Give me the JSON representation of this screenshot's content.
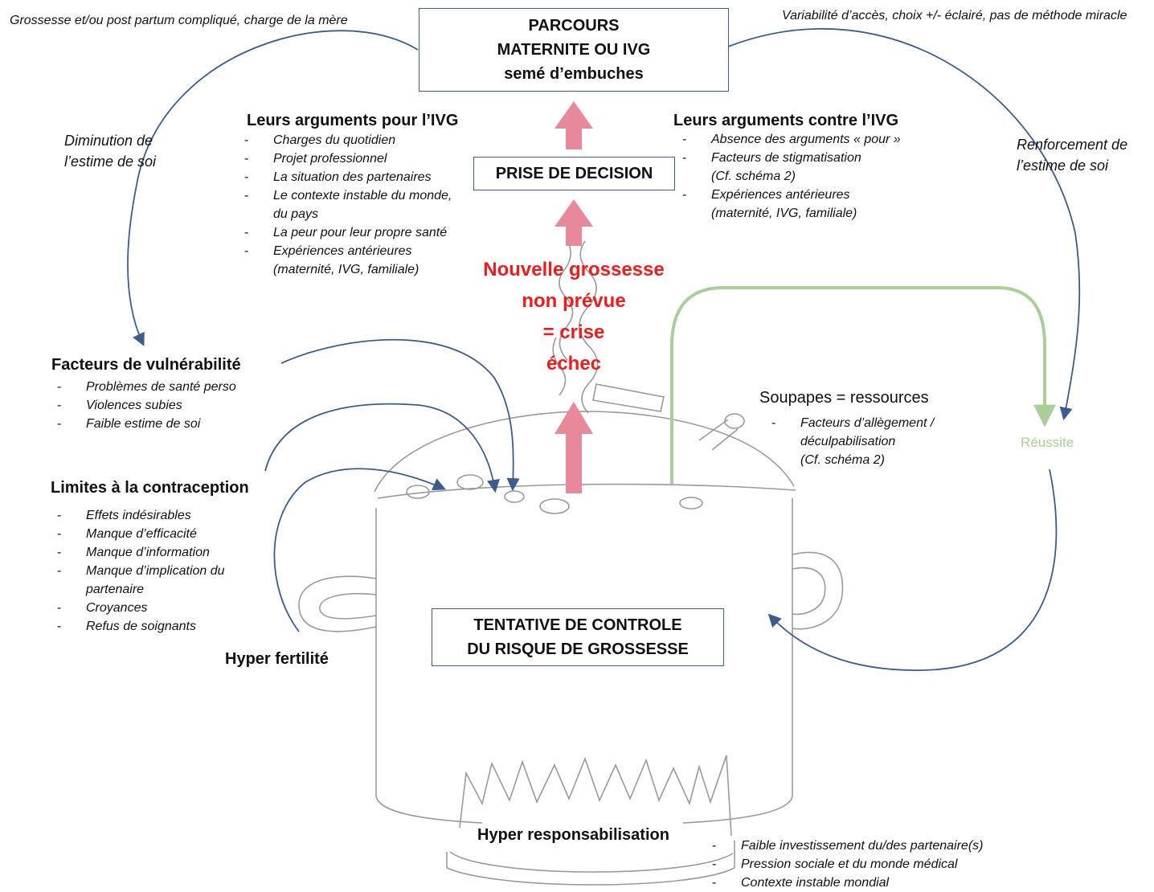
{
  "boxes": {
    "parcours": [
      "PARCOURS",
      "MATERNITE OU IVG",
      "semé d’embuches"
    ],
    "decision": "PRISE DE DECISION",
    "tentative": [
      "TENTATIVE DE CONTROLE",
      "DU RISQUE DE GROSSESSE"
    ]
  },
  "corners": {
    "top_left": "Grossesse et/ou post partum compliqué, charge de la mère",
    "top_right": "Variabilité d’accès, choix +/- éclairé, pas de méthode miracle"
  },
  "loops": {
    "left_label": [
      "Diminution de",
      "l’estime de soi"
    ],
    "right_label": [
      "Renforcement de",
      "l’estime de soi"
    ],
    "success": "Réussite"
  },
  "arguments_for": {
    "title": "Leurs arguments pour l’IVG",
    "items": [
      [
        "Charges du quotidien"
      ],
      [
        "Projet professionnel"
      ],
      [
        "La situation des partenaires"
      ],
      [
        "Le contexte instable du monde,",
        "du pays"
      ],
      [
        "La peur pour leur propre santé"
      ],
      [
        "Expériences antérieures",
        "(maternité, IVG, familiale)"
      ]
    ]
  },
  "arguments_against": {
    "title": "Leurs arguments contre l’IVG",
    "items": [
      [
        "Absence des arguments « pour »"
      ],
      [
        "Facteurs de stigmatisation",
        "(Cf. schéma 2)"
      ],
      [
        "Expériences antérieures",
        "(maternité, IVG, familiale)"
      ]
    ]
  },
  "crisis": [
    "Nouvelle grossesse",
    "non prévue",
    "= crise",
    "échec"
  ],
  "vulnerability": {
    "title": "Facteurs de vulnérabilité",
    "items": [
      [
        "Problèmes de santé perso"
      ],
      [
        "Violences subies"
      ],
      [
        "Faible estime de soi"
      ]
    ]
  },
  "contraception": {
    "title": "Limites à la contraception",
    "items": [
      [
        "Effets indésirables"
      ],
      [
        "Manque d’efficacité"
      ],
      [
        "Manque d’information"
      ],
      [
        "Manque d’implication du",
        "partenaire"
      ],
      [
        "Croyances"
      ],
      [
        "Refus de soignants"
      ]
    ]
  },
  "hyper_fertility": "Hyper fertilité",
  "valves": {
    "title": "Soupapes = ressources",
    "items": [
      [
        "Facteurs d’allègement /",
        "déculpabilisation",
        "(Cf. schéma 2)"
      ]
    ]
  },
  "hyper_resp": {
    "title": "Hyper responsabilisation",
    "items": [
      [
        "Faible investissement du/des partenaire(s)"
      ],
      [
        "Pression sociale et du monde médical"
      ],
      [
        "Contexte instable mondial"
      ]
    ]
  },
  "colors": {
    "blue": "#3d5c8e",
    "pink": "#e8899b",
    "red": "#ee1c1c",
    "green": "#a9cf98",
    "sketch": "#9a9a9a"
  }
}
